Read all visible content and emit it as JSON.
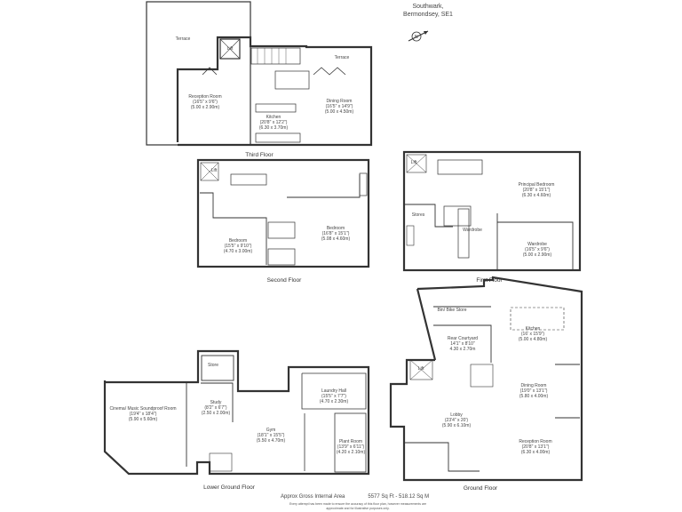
{
  "address": {
    "line1": "Southwark,",
    "line2": "Bermondsey, SE1"
  },
  "compass": {
    "icon": "north-compass-icon",
    "label": "N"
  },
  "floors": [
    {
      "name": "Third Floor",
      "rooms": [
        {
          "name": "Terrace",
          "dims": "",
          "metric": ""
        },
        {
          "name": "Terrace",
          "dims": "",
          "metric": ""
        },
        {
          "name": "Lift",
          "dims": "",
          "metric": ""
        },
        {
          "name": "Reception Room",
          "dims": "(16'5\" x 9'6\")",
          "metric": "(5.00 x 2.90m)"
        },
        {
          "name": "Kitchen",
          "dims": "(20'8\" x 12'2\")",
          "metric": "(6.30 x 3.70m)"
        },
        {
          "name": "Dining Room",
          "dims": "(16'5\" x 14'9\")",
          "metric": "(5.00 x 4.50m)"
        }
      ]
    },
    {
      "name": "Second Floor",
      "rooms": [
        {
          "name": "Lift",
          "dims": "",
          "metric": ""
        },
        {
          "name": "Bedroom",
          "dims": "(15'5\" x 9'10\")",
          "metric": "(4.70 x 3.00m)"
        },
        {
          "name": "Bedroom",
          "dims": "(16'8\" x 15'1\")",
          "metric": "(5.08 x 4.60m)"
        }
      ]
    },
    {
      "name": "First Floor",
      "rooms": [
        {
          "name": "Lift",
          "dims": "",
          "metric": ""
        },
        {
          "name": "Principal Bedroom",
          "dims": "(20'8\" x 15'1\")",
          "metric": "(6.30 x 4.60m)"
        },
        {
          "name": "Stores",
          "dims": "",
          "metric": ""
        },
        {
          "name": "Wardrobe",
          "dims": "",
          "metric": ""
        },
        {
          "name": "Wardrobe",
          "dims": "(16'5\" x 9'6\")",
          "metric": "(5.00 x 2.90m)"
        }
      ]
    },
    {
      "name": "Lower Ground Floor",
      "rooms": [
        {
          "name": "Store",
          "dims": "",
          "metric": ""
        },
        {
          "name": "Cinema/ Music Soundproof Room",
          "dims": "(19'4\" x 18'4\")",
          "metric": "(5.90 x 5.60m)"
        },
        {
          "name": "Study",
          "dims": "(8'2\" x 6'7\")",
          "metric": "(2.50 x 2.00m)"
        },
        {
          "name": "Gym",
          "dims": "(18'1\" x 15'5\")",
          "metric": "(5.50 x 4.70m)"
        },
        {
          "name": "Laundry Hall",
          "dims": "(15'5\" x 7'7\")",
          "metric": "(4.70 x 2.30m)"
        },
        {
          "name": "Plant Room",
          "dims": "(13'9\" x 6'11\")",
          "metric": "(4.20 x 2.10m)"
        }
      ]
    },
    {
      "name": "Ground Floor",
      "rooms": [
        {
          "name": "Bin/ Bike Store",
          "dims": "",
          "metric": ""
        },
        {
          "name": "Rear Courtyard",
          "dims": "14'1\" x 8'10\"",
          "metric": "4.30 x 2.70m"
        },
        {
          "name": "Kitchen",
          "dims": "(16' x 15'9\")",
          "metric": "(5.00 x 4.80m)"
        },
        {
          "name": "Lift",
          "dims": "",
          "metric": ""
        },
        {
          "name": "Dining Room",
          "dims": "(19'0\" x 13'1\")",
          "metric": "(5.80 x 4.00m)"
        },
        {
          "name": "Lobby",
          "dims": "(23'4\" x 20')",
          "metric": "(5.90 x 6.10m)"
        },
        {
          "name": "Reception Room",
          "dims": "(20'8\" x 13'1\")",
          "metric": "(6.30 x 4.00m)"
        }
      ]
    }
  ],
  "area": {
    "label": "Approx Gross Internal Area",
    "value": "5577 Sq Ft - 518.12 Sq M"
  },
  "disclaimer": "Every attempt has been made to ensure the accuracy of this floor plan, however measurements are approximate and for illustrative purposes only."
}
